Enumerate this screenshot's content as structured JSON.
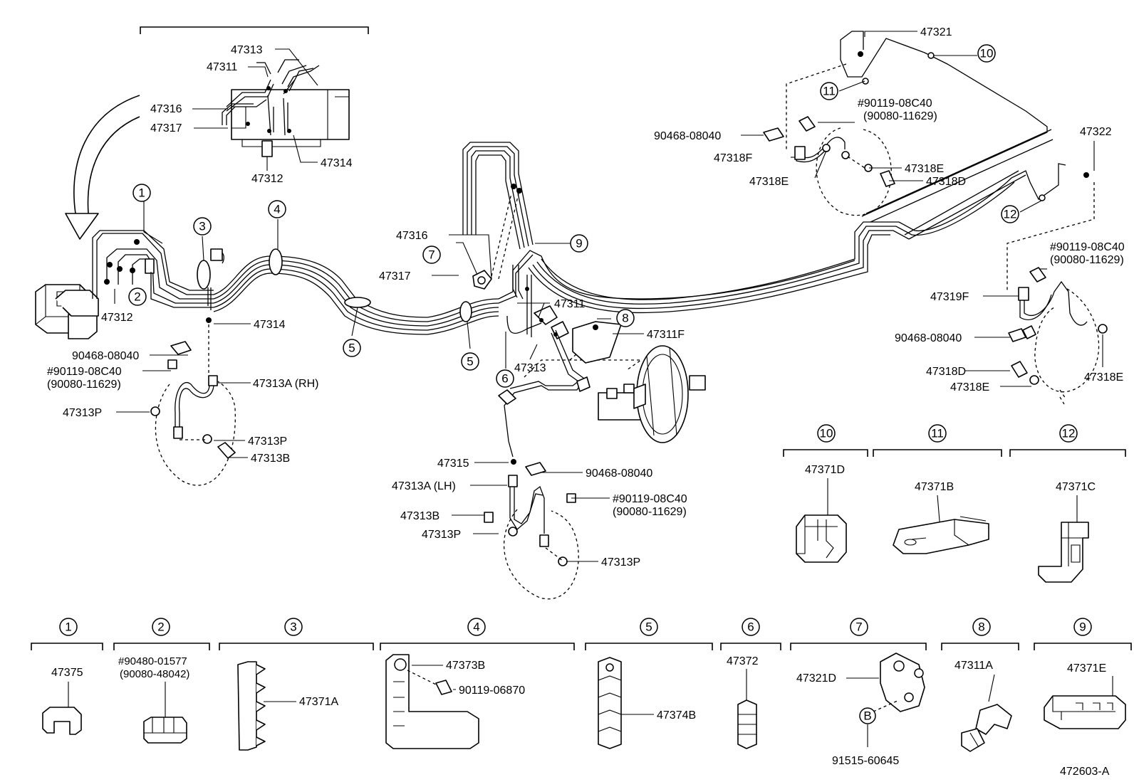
{
  "diagram_id": "472603-A",
  "callouts": {
    "c1": "1",
    "c2": "2",
    "c3": "3",
    "c4": "4",
    "c5": "5",
    "c6": "6",
    "c7": "7",
    "c8": "8",
    "c9": "9",
    "c10": "10",
    "c11": "11",
    "c12": "12",
    "b": "B"
  },
  "labels": {
    "inset_47313": "47313",
    "inset_47311": "47311",
    "inset_47316": "47316",
    "inset_47317": "47317",
    "inset_47312": "47312",
    "inset_47314": "47314",
    "l_47312": "47312",
    "l_47314": "47314",
    "l_90468_a": "90468-08040",
    "l_90119_a": "#90119-08C40",
    "l_90080_a": "(90080-11629)",
    "l_47313A_rh": "47313A (RH)",
    "l_47313P_a": "47313P",
    "l_47313P_b": "47313P",
    "l_47313B_a": "47313B",
    "l_47316": "47316",
    "l_47317": "47317",
    "l_47311": "47311",
    "l_47313": "47313",
    "l_47311F": "47311F",
    "l_47315": "47315",
    "l_90468_b": "90468-08040",
    "l_47313A_lh": "47313A (LH)",
    "l_90119_b": "#90119-08C40",
    "l_90080_b": "(90080-11629)",
    "l_47313B_b": "47313B",
    "l_47313P_c": "47313P",
    "l_47313P_d": "47313P",
    "l_47321": "47321",
    "l_90119_c": "#90119-08C40",
    "l_90080_c": "(90080-11629)",
    "l_90468_c": "90468-08040",
    "l_47318F": "47318F",
    "l_47318E_a": "47318E",
    "l_47318E_b": "47318E",
    "l_47318D_a": "47318D",
    "l_47322": "47322",
    "l_90119_d": "#90119-08C40",
    "l_90080_d": "(90080-11629)",
    "l_47319F": "47319F",
    "l_90468_d": "90468-08040",
    "l_47318D_b": "47318D",
    "l_47318E_c": "47318E",
    "l_47318E_d": "47318E",
    "p10": "47371D",
    "p11": "47371B",
    "p12": "47371C",
    "p1": "47375",
    "p2a": "#90480-01577",
    "p2b": "(90080-48042)",
    "p3": "47371A",
    "p4a": "47373B",
    "p4b": "90119-06870",
    "p5": "47374B",
    "p6": "47372",
    "p7a": "47321D",
    "p7b": "91515-60645",
    "p8": "47311A",
    "p9": "47371E"
  }
}
